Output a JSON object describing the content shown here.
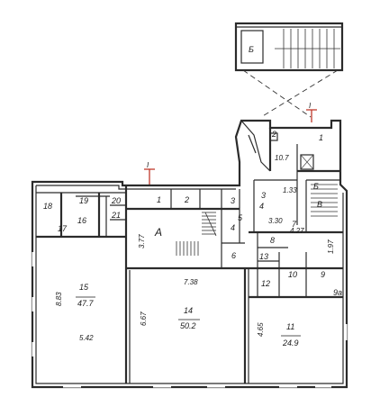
{
  "plan": {
    "section_mark": "I",
    "stair_block_label": "Б",
    "letter_a": "А",
    "letter_b": "Б",
    "letter_v": "В",
    "small_a": "а",
    "rooms": {
      "r1_top": "1",
      "r1_mid": "1",
      "r2": "2",
      "r2_right": "2",
      "r3": "3",
      "r3_right": "3",
      "r4": "4",
      "r4_right": "4",
      "r5": "5",
      "r6": "6",
      "r7": "7",
      "r8": "8",
      "r9": "9",
      "r9a": "9а",
      "r10": "10",
      "r10_7": "10.7",
      "r11": "11",
      "r11_area": "24.9",
      "r12": "12",
      "r13": "13",
      "r14": "14",
      "r14_area": "50.2",
      "r15": "15",
      "r15_area": "47.7",
      "r16": "16",
      "r17": "17",
      "r18": "18",
      "r19": "19",
      "r20": "20",
      "r21": "21"
    },
    "dimensions": {
      "d_738": "7.38",
      "d_542": "5.42",
      "d_883": "8.83",
      "d_667": "6.67",
      "d_465": "4.65",
      "d_377": "3.77",
      "d_330": "3.30",
      "d_133": "1.33",
      "d_427": "4.27",
      "d_197": "1.97"
    }
  }
}
